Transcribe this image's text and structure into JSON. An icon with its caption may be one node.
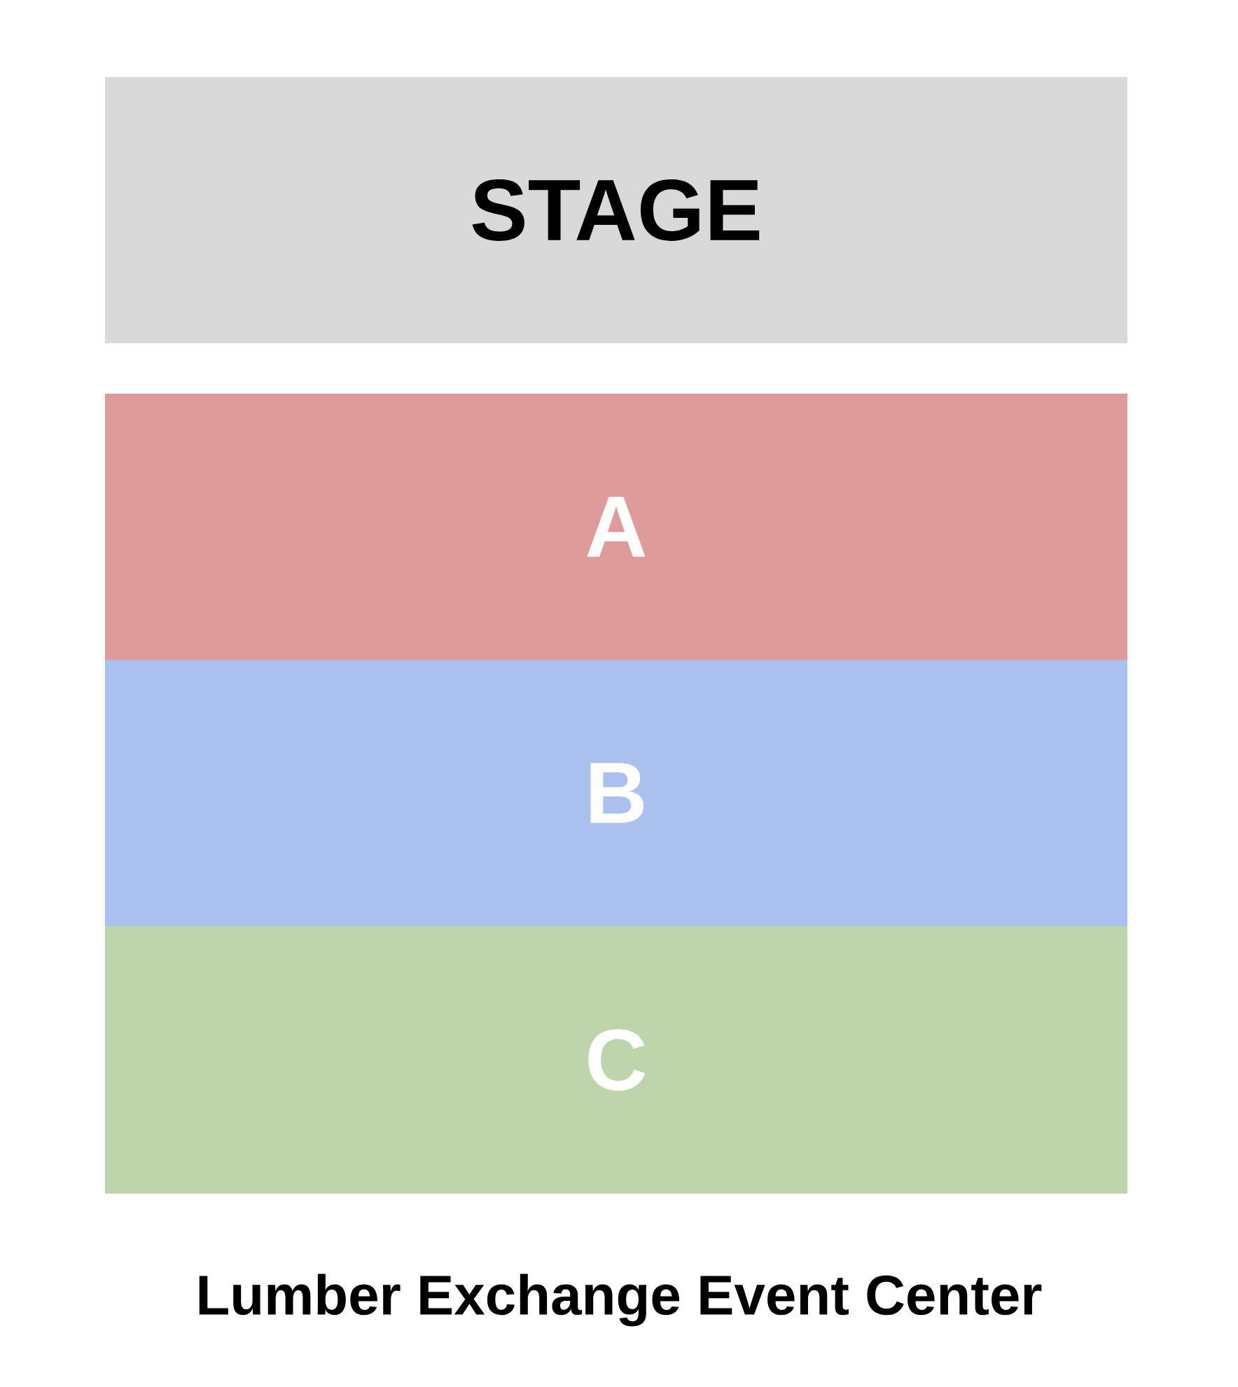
{
  "diagram": {
    "caption": "Lumber Exchange Event Center",
    "nodes": [
      {
        "text": [
          "STAGE"
        ]
      },
      {
        "text": [
          "A"
        ]
      },
      {
        "text": [
          "B"
        ]
      },
      {
        "text": [
          "C"
        ]
      }
    ]
  }
}
